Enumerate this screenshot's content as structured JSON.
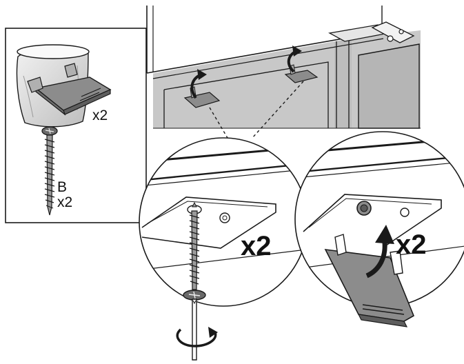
{
  "parts_box": {
    "foot_qty": "x2",
    "screw_letter": "B",
    "screw_qty": "x2"
  },
  "detail_screw": {
    "qty": "x2"
  },
  "detail_foot": {
    "qty": "x2"
  },
  "colors": {
    "line": "#1a1a1a",
    "panel_gray": "#c8c8c8",
    "part_gray": "#8c8c8c",
    "bag_gray": "#d9d9d9"
  }
}
